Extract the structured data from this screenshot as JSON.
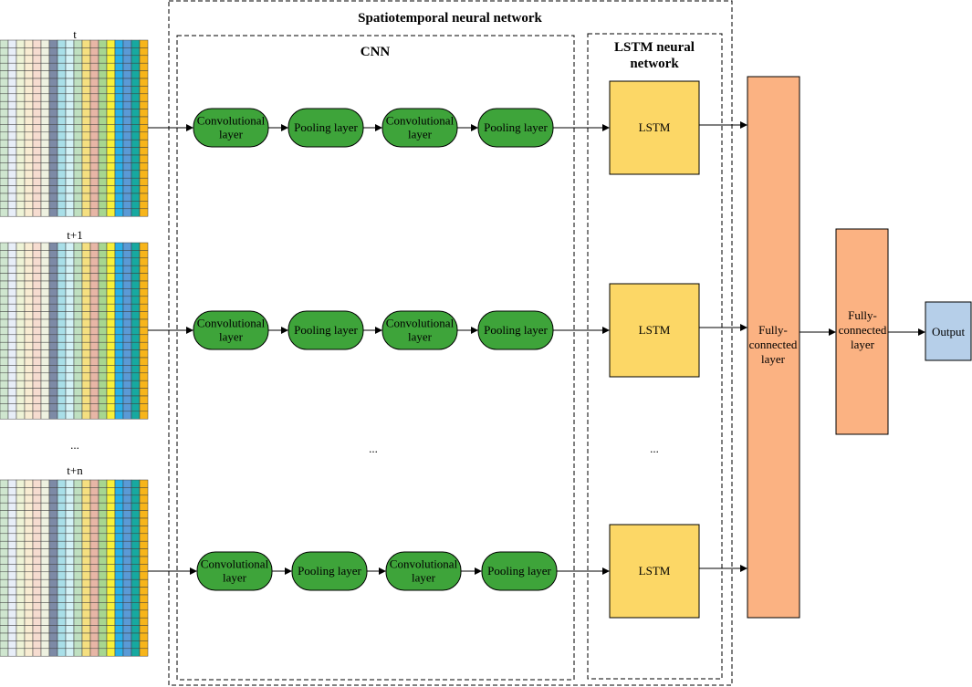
{
  "frames": [
    {
      "label": "t"
    },
    {
      "label": "t+1"
    },
    {
      "label": "t+n"
    }
  ],
  "frame_gap_label": "...",
  "feature_colors": [
    "#cfe6cf",
    "#e8eef8",
    "#eef3d6",
    "#f8ecd2",
    "#f6dcd0",
    "#eef1e0",
    "#7d8aa6",
    "#a9dfe8",
    "#d3f2f6",
    "#bfe0c1",
    "#f5df80",
    "#e7b6a6",
    "#a7d690",
    "#f7f03b",
    "#2bb0e6",
    "#5a9ad6",
    "#17a9a0",
    "#f7b51b"
  ],
  "spatiotemporal": {
    "title": "Spatiotemporal neural network"
  },
  "cnn": {
    "title": "CNN",
    "gap_label": "...",
    "node_color": "#3ea43a",
    "rows": [
      {
        "nodes": [
          "Convolutional layer",
          "Pooling layer",
          "Convolutional layer",
          "Pooling layer"
        ]
      },
      {
        "nodes": [
          "Convolutional layer",
          "Pooling layer",
          "Convolutional layer",
          "Pooling layer"
        ]
      },
      {
        "nodes": [
          "Convolutional layer",
          "Pooling layer",
          "Convolutional layer",
          "Pooling layer"
        ]
      }
    ]
  },
  "lstm": {
    "title": "LSTM neural network",
    "gap_label": "...",
    "node_color": "#fcd766",
    "cells": [
      "LSTM",
      "LSTM",
      "LSTM"
    ]
  },
  "fc1": {
    "label": "Fully-connected layer",
    "color": "#fbb282"
  },
  "fc2": {
    "label": "Fully-connected layer",
    "color": "#fbb282"
  },
  "output": {
    "label": "Output",
    "color": "#b6cfe9"
  }
}
